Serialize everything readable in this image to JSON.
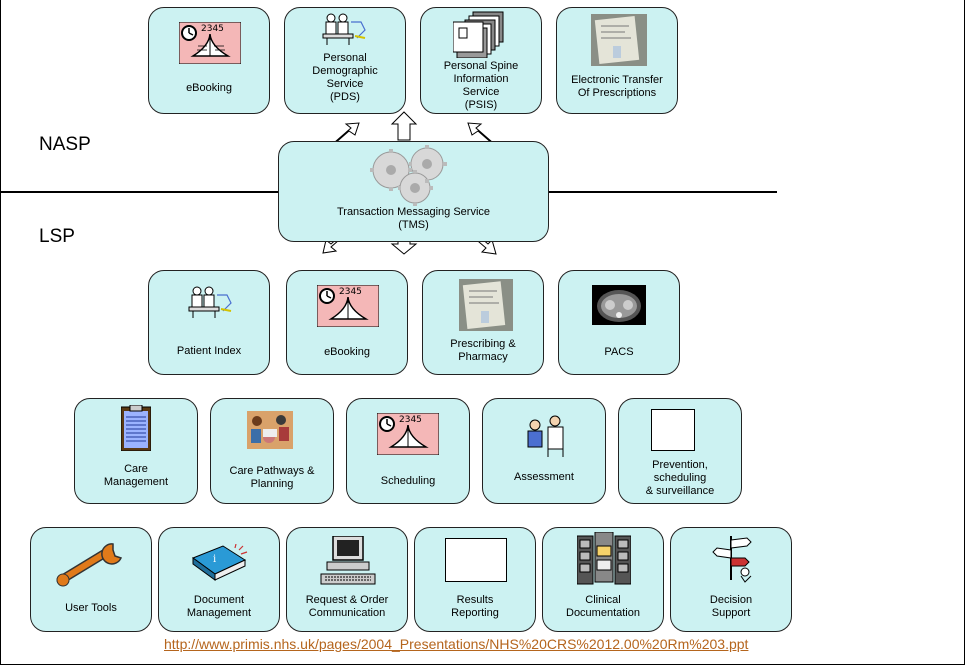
{
  "nasp_boxes": [
    {
      "label": "eBooking",
      "icon": "ebooking-icon"
    },
    {
      "label": "Personal\nDemographic\nService\n(PDS)",
      "icon": "people-icon"
    },
    {
      "label": "Personal Spine\nInformation\nService\n(PSIS)",
      "icon": "documents-icon"
    },
    {
      "label": "Electronic Transfer\nOf Prescriptions",
      "icon": "prescription-photo-icon"
    }
  ],
  "tms": {
    "label": "Transaction Messaging Service\n(TMS)",
    "icon": "gears-icon"
  },
  "section_labels": {
    "nasp": "NASP",
    "lsp": "LSP"
  },
  "lsp_row1": [
    {
      "label": "Patient Index",
      "icon": "people-icon"
    },
    {
      "label": "eBooking",
      "icon": "ebooking-icon"
    },
    {
      "label": "Prescribing &\nPharmacy",
      "icon": "prescription-photo-icon"
    },
    {
      "label": "PACS",
      "icon": "ct-scan-icon"
    }
  ],
  "lsp_row2": [
    {
      "label": "Care\nManagement",
      "icon": "clipboard-icon"
    },
    {
      "label": "Care Pathways &\nPlanning",
      "icon": "meeting-photo-icon"
    },
    {
      "label": "Scheduling",
      "icon": "ebooking-icon"
    },
    {
      "label": "Assessment",
      "icon": "doctor-patient-icon"
    },
    {
      "label": "Prevention,\nscheduling\n& surveillance",
      "icon": "blank-square-icon"
    }
  ],
  "lsp_row3": [
    {
      "label": "User Tools",
      "icon": "wrench-icon"
    },
    {
      "label": "Document\nManagement",
      "icon": "book-icon"
    },
    {
      "label": "Request & Order\nCommunication",
      "icon": "computer-icon"
    },
    {
      "label": "Results\nReporting",
      "icon": "blank-square-icon"
    },
    {
      "label": "Clinical\nDocumentation",
      "icon": "filing-cabinet-icon"
    },
    {
      "label": "Decision\nSupport",
      "icon": "signpost-icon"
    }
  ],
  "source_url": "http://www.primis.nhs.uk/pages/2004_Presentations/NHS%20CRS%2012.00%20Rm%203.ppt"
}
